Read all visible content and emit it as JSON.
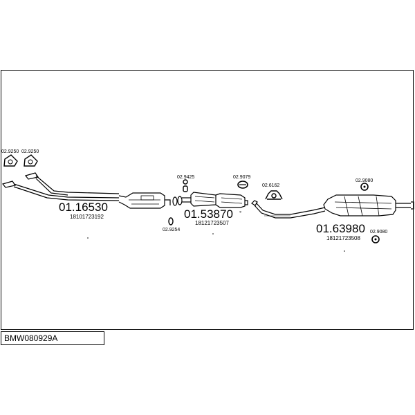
{
  "diagram": {
    "code": "BMW080929A",
    "parts": {
      "front_pipe": {
        "number": "01.16530",
        "oem": "18101723192"
      },
      "middle_muffler": {
        "number": "01.53870",
        "oem": "18121723507"
      },
      "rear_muffler": {
        "number": "01.63980",
        "oem": "18121723508"
      }
    },
    "accessories": {
      "gasket_left": "02.9250",
      "gasket_right": "02.9250",
      "ring_under": "02.9254",
      "clamp_mid": "02.9425",
      "hanger_mid": "02.9079",
      "hanger_flex": "02.6162",
      "hanger_rear_top": "02.9080",
      "hanger_rear_bottom": "02.9080"
    },
    "stray": {
      "mark": "°"
    }
  }
}
